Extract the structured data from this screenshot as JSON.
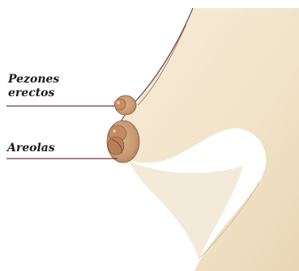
{
  "labels": {
    "nipples": [
      "Pezones",
      "erectos"
    ],
    "areolas": "Areolas"
  },
  "colors": {
    "skin": "#f3e7cf",
    "skin_shadow": "#e8d5b2",
    "outline": "#7a4a45",
    "leader_line": "#6d3b3b",
    "nipple": "#c89a72",
    "nipple_dark": "#8e5a3e",
    "text": "#1a1a1a"
  }
}
